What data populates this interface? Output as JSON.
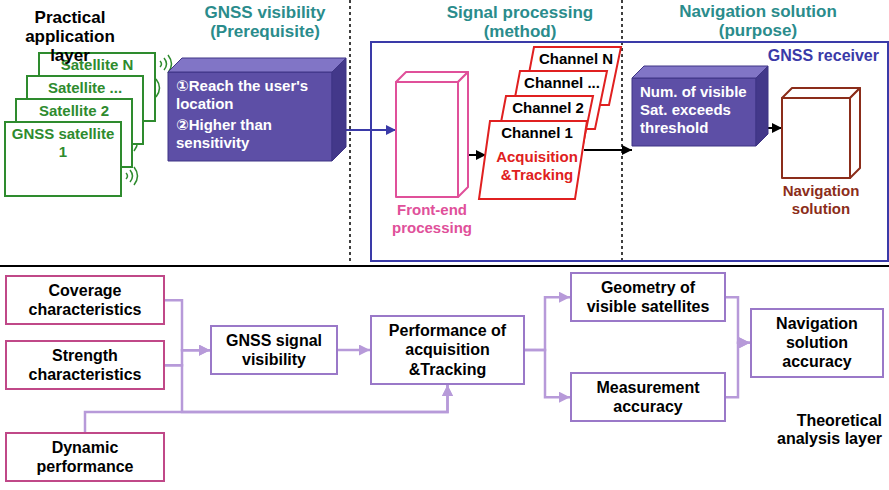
{
  "diagram": {
    "nodes": [
      {
        "text": [
          "Satellite N"
        ]
      },
      {
        "text": [
          "Satellite ..."
        ]
      },
      {
        "text": [
          "Satellite 2"
        ]
      },
      {
        "text": [
          "GNSS satellite 1"
        ]
      },
      {
        "text": [
          "①Reach the user's location",
          "②Higher than sensitivity"
        ]
      },
      {
        "text": [
          "GNSS receiver"
        ]
      },
      {
        "text": [
          "Front-end processing"
        ],
        "in": 5
      },
      {
        "text": [
          "Channel N"
        ],
        "in": 5
      },
      {
        "text": [
          "Channel ..."
        ],
        "in": 5
      },
      {
        "text": [
          "Channel 2"
        ],
        "in": 5
      },
      {
        "text": [
          "Channel 1",
          "Acquisition &Tracking"
        ],
        "in": 5
      },
      {
        "text": [
          "Num. of visible Sat. exceeds threshold"
        ],
        "in": 5
      },
      {
        "text": [
          "Navigation solution"
        ],
        "in": 5
      },
      {
        "text": [
          "Coverage characteristics"
        ]
      },
      {
        "text": [
          "Strength characteristics"
        ]
      },
      {
        "text": [
          "Dynamic performance"
        ]
      },
      {
        "text": [
          "GNSS signal visibility"
        ]
      },
      {
        "text": [
          "Performance of acquisition &Tracking"
        ]
      },
      {
        "text": [
          "Geometry of visible satellites"
        ]
      },
      {
        "text": [
          "Measurement accuracy"
        ]
      },
      {
        "text": [
          "Navigation solution accuracy"
        ]
      }
    ],
    "edges": [
      {
        "from": 4,
        "to": 6,
        "arrow": "to"
      },
      {
        "from": 6,
        "to": 10,
        "arrow": "to"
      },
      {
        "from": 10,
        "to": 11,
        "arrow": "to"
      },
      {
        "from": 11,
        "to": 12,
        "arrow": "to"
      },
      {
        "from": 13,
        "to": 16,
        "arrow": "to"
      },
      {
        "from": 14,
        "to": 16,
        "arrow": "to"
      },
      {
        "from": 14,
        "to": 17,
        "arrow": "to"
      },
      {
        "from": 15,
        "to": 17,
        "arrow": "to"
      },
      {
        "from": 16,
        "to": 17,
        "arrow": "to"
      },
      {
        "from": 17,
        "to": 18,
        "arrow": "to"
      },
      {
        "from": 17,
        "to": 19,
        "arrow": "to"
      },
      {
        "from": 18,
        "to": 20,
        "arrow": "to"
      },
      {
        "from": 19,
        "to": 20,
        "arrow": "to"
      }
    ],
    "labels": [
      "Practical application layer",
      "GNSS visibility (Prerequisite)",
      "Signal processing (method)",
      "Navigation solution (purpose)",
      "Theoretical analysis layer"
    ]
  }
}
